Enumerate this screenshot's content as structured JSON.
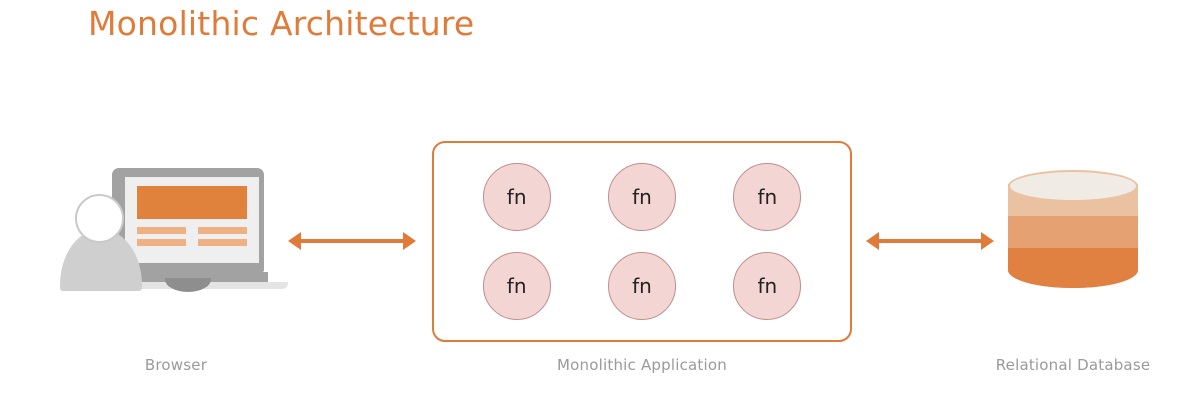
{
  "title": "Monolithic Architecture",
  "colors": {
    "accent_orange": "#e07b39",
    "banner_orange": "#e0823c",
    "bar_orange": "#eeb184",
    "fn_fill": "#f3d6d3",
    "fn_border": "#c08c8a",
    "caption_gray": "#9a9a9a",
    "device_gray": "#a2a2a2",
    "person_gray": "#cfcfcf",
    "db_top": "#f0ebe4",
    "db_band_light": "#eac1a1",
    "db_band_mid": "#e5a172",
    "db_band_dark": "#e08142"
  },
  "nodes": {
    "browser": {
      "caption": "Browser",
      "icon": "laptop-with-user-icon"
    },
    "application": {
      "caption": "Monolithic Application",
      "functions": [
        {
          "label": "fn"
        },
        {
          "label": "fn"
        },
        {
          "label": "fn"
        },
        {
          "label": "fn"
        },
        {
          "label": "fn"
        },
        {
          "label": "fn"
        }
      ]
    },
    "database": {
      "caption": "Relational Database",
      "icon": "database-cylinder-icon"
    }
  },
  "connectors": [
    {
      "name": "browser-to-application",
      "direction": "bidirectional"
    },
    {
      "name": "application-to-database",
      "direction": "bidirectional"
    }
  ]
}
